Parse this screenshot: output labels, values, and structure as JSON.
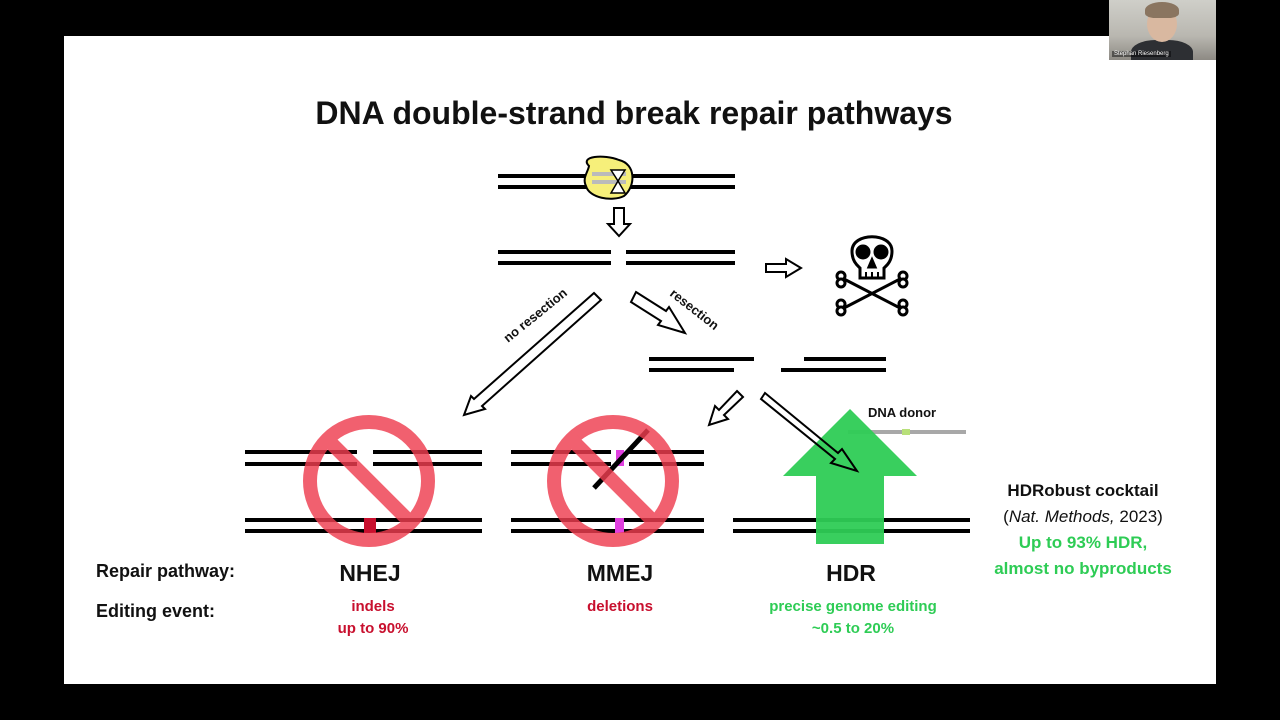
{
  "slide": {
    "title": "DNA double-strand break repair pathways",
    "labels": {
      "no_resection": "no resection",
      "resection": "resection",
      "dna_donor": "DNA donor"
    },
    "row_labels": {
      "repair_pathway": "Repair pathway:",
      "editing_event": "Editing event:"
    },
    "pathways": {
      "nhej": {
        "name": "NHEJ",
        "event_line1": "indels",
        "event_line2": "up to 90%"
      },
      "mmej": {
        "name": "MMEJ",
        "event_line1": "deletions"
      },
      "hdr": {
        "name": "HDR",
        "event_line1": "precise genome editing",
        "event_line2": "~0.5 to 20%"
      }
    },
    "hdrobust": {
      "title": "HDRobust cocktail",
      "citation_journal": "Nat. Methods,",
      "citation_year": " 2023)",
      "citation_open": "(",
      "result_line1": "Up to 93% HDR,",
      "result_line2": "almost no byproducts"
    },
    "colors": {
      "red": "#c8102e",
      "green": "#2ecc55",
      "prohibit": "#ef3e50",
      "gray": "#a8a8a8"
    }
  },
  "video": {
    "participant_name": "Stephan Riesenberg"
  }
}
